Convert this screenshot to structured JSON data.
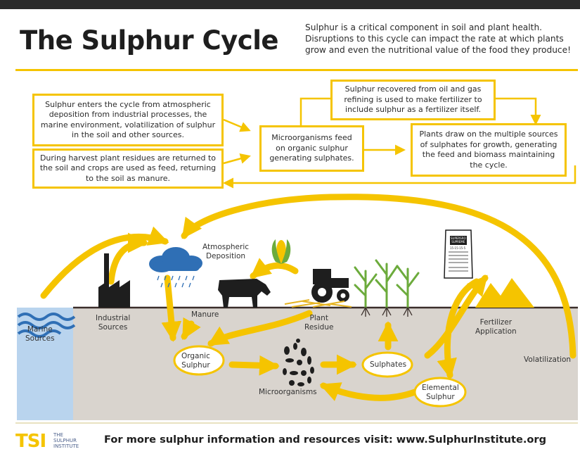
{
  "header": {
    "title": "The Sulphur Cycle",
    "intro": "Sulphur is a critical component in soil and plant health. Disruptions to this cycle can impact the rate at which plants grow and even the nutritional value of the food they produce!"
  },
  "flow_boxes": {
    "atmospheric_entry": "Sulphur enters the cycle from atmospheric deposition from industrial processes, the marine environment, volatilization of sulphur in the soil and other sources.",
    "harvest": "During harvest plant residues are returned to the soil and crops are used as feed, returning to the soil as manure.",
    "microorganisms": "Microorganisms feed on organic sulphur generating sulphates.",
    "recovered": "Sulphur recovered from oil and gas refining is used to make fertilizer to include sulphur as a fertilizer itself.",
    "plants": "Plants draw on the multiple sources of sulphates for growth, generating the feed and biomass maintaining the cycle."
  },
  "labels": {
    "marine": "Marine\nSources",
    "industrial": "Industrial\nSources",
    "atmospheric": "Atmospheric\nDeposition",
    "manure": "Manure",
    "plant_residue": "Plant\nResidue",
    "fertilizer_application": "Fertilizer\nApplication",
    "volatilization": "Volatilization",
    "organic_sulphur": "Organic\nSulphur",
    "microorganisms": "Microorganisms",
    "sulphates": "Sulphates",
    "elemental_sulphur": "Elemental\nSulphur"
  },
  "fertilizer_bag": {
    "brand": "SUPERSRO\nSUPREME",
    "grade": "15-15-15-5"
  },
  "footer": {
    "logo_letters": "TSI",
    "logo_name": "THE\nSULPHUR\nINSTITUTE",
    "text": "For more sulphur information and resources visit: www.SulphurInstitute.org"
  },
  "colors": {
    "accent": "#f5c400",
    "soil": "#d9d4ce",
    "water": "#2f6fb5",
    "text": "#2b2b2b"
  }
}
